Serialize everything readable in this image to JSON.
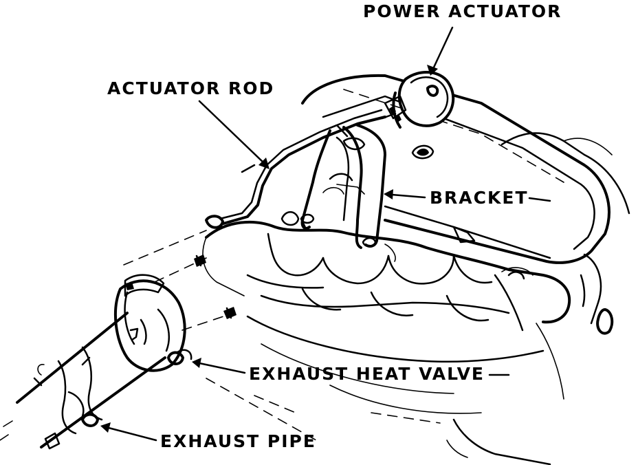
{
  "labels": {
    "power_actuator": "POWER ACTUATOR",
    "actuator_rod": "ACTUATOR ROD",
    "bracket": "BRACKET",
    "exhaust_heat_valve": "EXHAUST HEAT VALVE",
    "exhaust_pipe": "EXHAUST PIPE"
  }
}
